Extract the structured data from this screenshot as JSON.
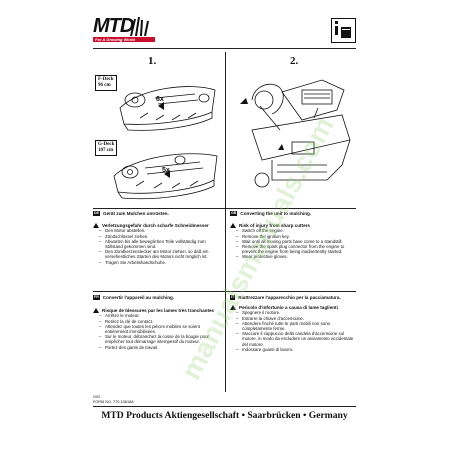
{
  "header": {
    "logo_text": "MTD",
    "logo_tagline": "For A Growing World"
  },
  "figures": {
    "left_number": "1.",
    "right_number": "2.",
    "f_deck": "F-Deck\n96 cm",
    "g_deck": "G-Deck\n107 cm",
    "f_count": "6x",
    "g_count": "5x"
  },
  "sections": {
    "de": {
      "lang": "DE",
      "title": "Gerät zum Mulchen umrüsten.",
      "warning": "Verletzungsgefahr durch scharfe Schneidmesser",
      "items": [
        "Den Motor abstellen.",
        "Zündschlüssel ziehen.",
        "Abwarten bis alle beweglichen Teile vollständig zum Stillstand gekommen sind.",
        "Den Zündkerzenstecker am Motor ziehen, so daß ein versehentliches Starten des Motors nicht möglich ist.",
        "Tragen Sie Arbeitshandschuhe."
      ]
    },
    "gb": {
      "lang": "GB",
      "title": "Converting the unit to mulching.",
      "warning": "Risk of injury from sharp cutters",
      "items": [
        "Switch off the engine.",
        "Remove the ignition key.",
        "Wait until all moving parts have come to a standstill.",
        "Remove the spark plug connector from the engine to prevent the engine from being inadvertently started.",
        "Wear protective gloves."
      ]
    },
    "fr": {
      "lang": "FR",
      "title": "Convertir l'appareil au mulching.",
      "warning": "Risque de blessures par les lames très tranchantes",
      "items": [
        "Arrêtez le moteur.",
        "Retirez la clé de contact.",
        "Attendez que toutes les pièces mobiles se soient entièrement immobilisées.",
        "Sur le moteur, débranchez la cosse de la bougie pour empêcher tout démarrage intempestif du moteur.",
        "Portez des gants de travail."
      ]
    },
    "it": {
      "lang": "IT",
      "title": "Riattrezzare l'apparecchio per la pacciamatura.",
      "warning": "Pericolo d'infortunio a causa di lame taglienti",
      "items": [
        "Spegnere il motore.",
        "Estrarre la chiave d'accensione.",
        "Attendere finché tutte le parti mobili non sono completamente ferme.",
        "Staccare il cappuccio della candela d'accensione sul motore, in modo da escludere un avviamento accidentale del motore.",
        "Indossare guanti di lavoro."
      ]
    }
  },
  "footer": {
    "page_code": "G02",
    "form_no": "FORM NO. 770-10618A",
    "company": "MTD Products Aktiengesellschaft • Saarbrücken • Germany"
  },
  "watermark": "manualsmanuals.com",
  "colors": {
    "brand_red": "#c8102e",
    "text": "#111111",
    "watermark": "#96d278"
  }
}
